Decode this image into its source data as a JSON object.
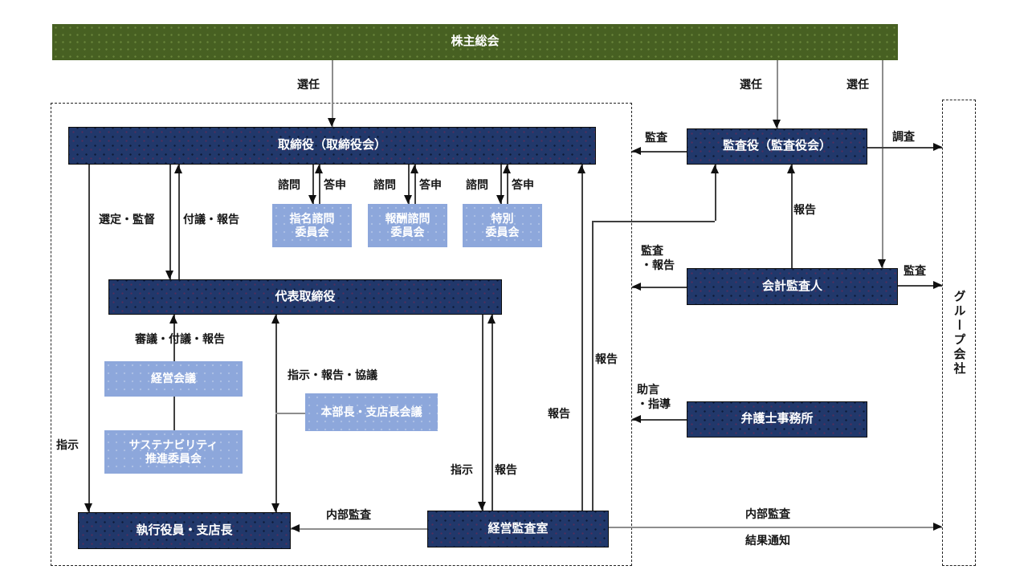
{
  "boxes": {
    "shareholders": "株主総会",
    "board": "取締役（取締役会）",
    "audit_board": "監査役（監査役会）",
    "nomination_committee": "指名諮問\n委員会",
    "compensation_committee": "報酬諮問\n委員会",
    "special_committee": "特別\n委員会",
    "representative_director": "代表取締役",
    "accounting_auditor": "会計監査人",
    "management_meeting": "経営会議",
    "sustainability_committee": "サステナビリティ\n推進委員会",
    "hq_branch_meeting": "本部長・支店長会議",
    "law_office": "弁護士事務所",
    "executive_officers": "執行役員・支店長",
    "management_audit_office": "経営監査室",
    "group_companies": "グループ会社"
  },
  "labels": {
    "election": "選任",
    "instruction": "指示",
    "appointment_supervision": "選定・監督",
    "referral_report": "付議・報告",
    "consultation": "諮問",
    "reply": "答申",
    "deliberation_referral_report": "審議・付議・報告",
    "instruction_report_consultation": "指示・報告・協議",
    "report": "報告",
    "audit": "監査",
    "investigation": "調査",
    "audit_report": "監査\n・報告",
    "advice_guidance": "助言\n・指導",
    "internal_audit": "内部監査",
    "result_notice": "結果通知"
  },
  "colors": {
    "green": "#476022",
    "navy": "#21386b",
    "lblue": "#8da7db"
  }
}
